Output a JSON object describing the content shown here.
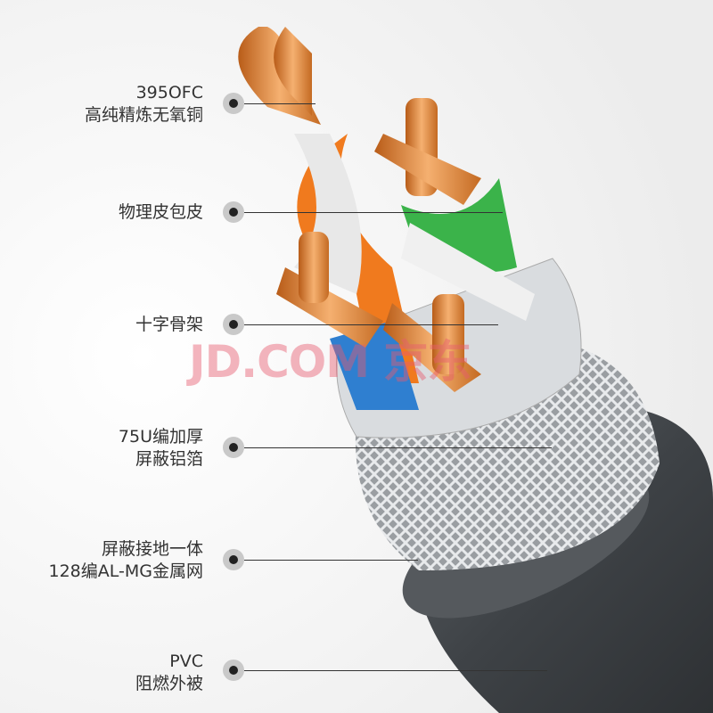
{
  "callouts": [
    {
      "line1": "395OFC",
      "line2": "高纯精炼无氧铜"
    },
    {
      "line1": "物理皮包皮"
    },
    {
      "line1": "十字骨架"
    },
    {
      "line1": "75U编加厚",
      "line2": "屏蔽铝箔"
    },
    {
      "line1": "屏蔽接地一体",
      "line2": "128编AL-MG金属网"
    },
    {
      "line1": "PVC",
      "line2": "阻燃外被"
    }
  ],
  "watermark": "JD.COM 京东",
  "colors": {
    "copper": "#e08a3c",
    "orange": "#f07a1e",
    "green": "#3bb34a",
    "blue": "#2f7fd0",
    "jacket": "#4a4e52"
  }
}
